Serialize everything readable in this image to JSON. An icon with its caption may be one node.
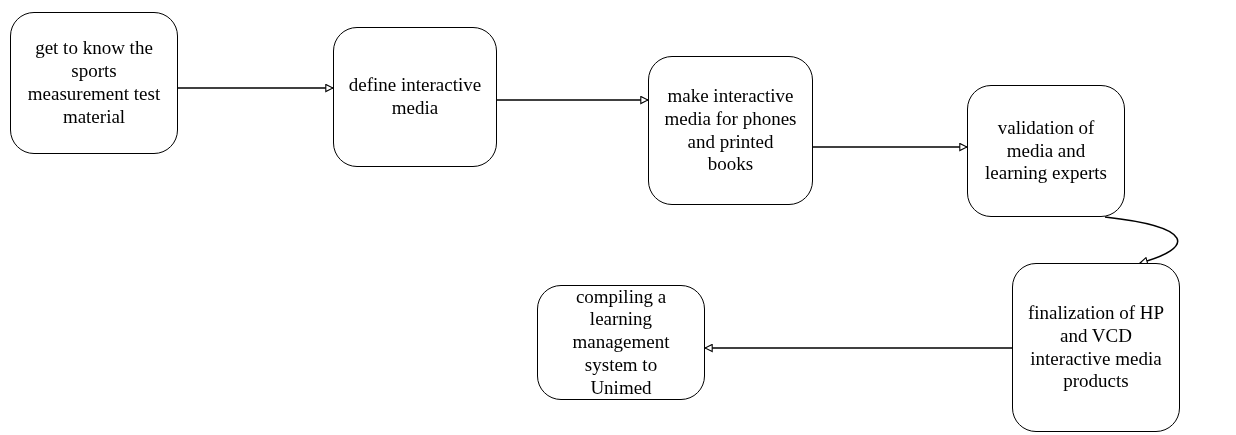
{
  "diagram": {
    "nodes": [
      {
        "text": [
          "get to know the sports measurement test material"
        ]
      },
      {
        "text": [
          "define interactive media"
        ]
      },
      {
        "text": [
          "make interactive media for phones and printed books"
        ]
      },
      {
        "text": [
          "validation of media and learning experts"
        ]
      },
      {
        "text": [
          "finalization of HP and VCD interactive media products"
        ]
      },
      {
        "text": [
          "compiling a learning management system to Unimed"
        ]
      }
    ],
    "edges": [
      {
        "from": 0,
        "to": 1,
        "arrow": "to"
      },
      {
        "from": 1,
        "to": 2,
        "arrow": "to"
      },
      {
        "from": 2,
        "to": 3,
        "arrow": "to"
      },
      {
        "from": 3,
        "to": 4,
        "arrow": "to"
      },
      {
        "from": 4,
        "to": 5,
        "arrow": "to"
      }
    ]
  }
}
